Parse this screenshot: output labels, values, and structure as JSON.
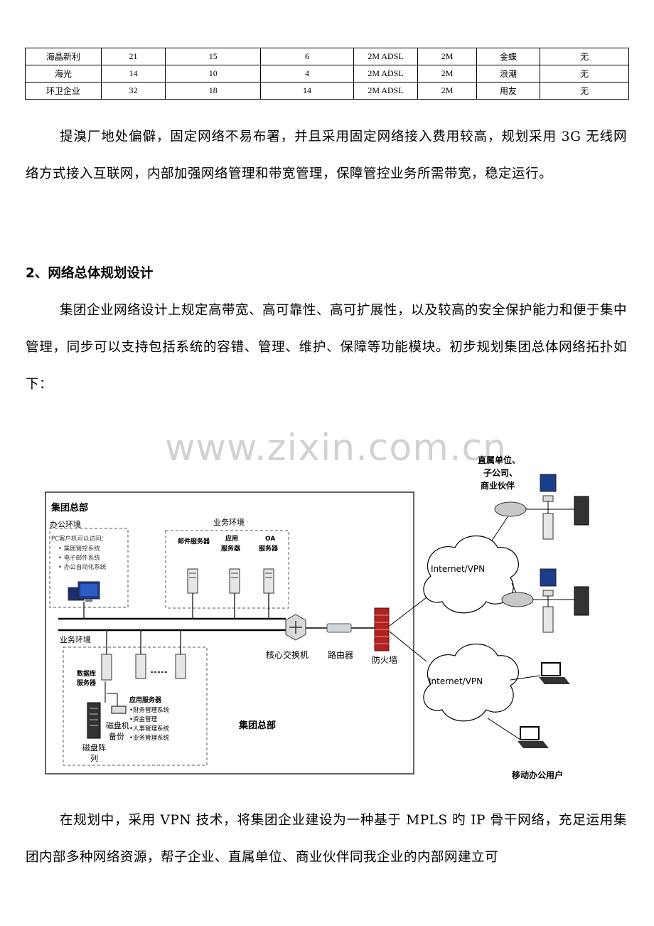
{
  "table": {
    "rows": [
      [
        "海晶新利",
        "21",
        "15",
        "6",
        "2M ADSL",
        "2M",
        "金蝶",
        "无"
      ],
      [
        "海光",
        "14",
        "10",
        "4",
        "2M ADSL",
        "2M",
        "浪潮",
        "无"
      ],
      [
        "环卫企业",
        "32",
        "18",
        "14",
        "2M ADSL",
        "2M",
        "用友",
        "无"
      ]
    ]
  },
  "paragraph1": "提溴厂地处偏僻，固定网络不易布署，并且采用固定网络接入费用较高，规划采用 3G 无线网络方式接入互联网，内部加强网络管理和带宽管理，保障管控业务所需带宽，稳定运行。",
  "heading": "2、网络总体规划设计",
  "paragraph2": "集团企业网络设计上规定高带宽、高可靠性、高可扩展性，以及较高的安全保护能力和便于集中管理，同步可以支持包括系统的容错、管理、维护、保障等功能模块。初步规划集团总体网络拓扑如下：",
  "watermark": "www.zixin.com.cn",
  "diagram": {
    "hq_title": "集团总部",
    "office_env": "办公环境",
    "pc_access": "PC客户机可以访问：",
    "pc_items": [
      "• 集团管控系统",
      "• 电子邮件系统",
      "• 办公自动化系统"
    ],
    "biz_env_top": "业务环境",
    "mail_server": "邮件服务器",
    "app_server_top_1": "应用",
    "app_server_top_2": "服务器",
    "oa_server_1": "OA",
    "oa_server_2": "服务器",
    "biz_env_bottom": "业务环境",
    "db_server_1": "数据库",
    "db_server_2": "服务器",
    "app_server": "应用服务器",
    "app_items": [
      "•财务管理系统",
      "•资金管理",
      "•人事管理系统",
      "•业务管理系统"
    ],
    "tape_1": "磁盘机",
    "tape_2": "备份",
    "disk_array_1": "磁盘阵",
    "disk_array_2": "列",
    "hq_center": "集团总部",
    "core_switch": "核心交换机",
    "router": "路由器",
    "firewall": "防火墙",
    "internet_vpn_1": "Internet/VPN",
    "internet_vpn_2": "Internet/VPN",
    "branch_1": "直属单位、",
    "branch_2": "子公司、",
    "branch_3": "商业伙伴",
    "mobile_user": "移动办公用户"
  },
  "paragraph3": "在规划中，采用 VPN 技术，将集团企业建设为一种基于 MPLS 旳 IP 骨干网络，充足运用集团内部多种网络资源，帮子企业、直属单位、商业伙伴同我企业的内部网建立可"
}
